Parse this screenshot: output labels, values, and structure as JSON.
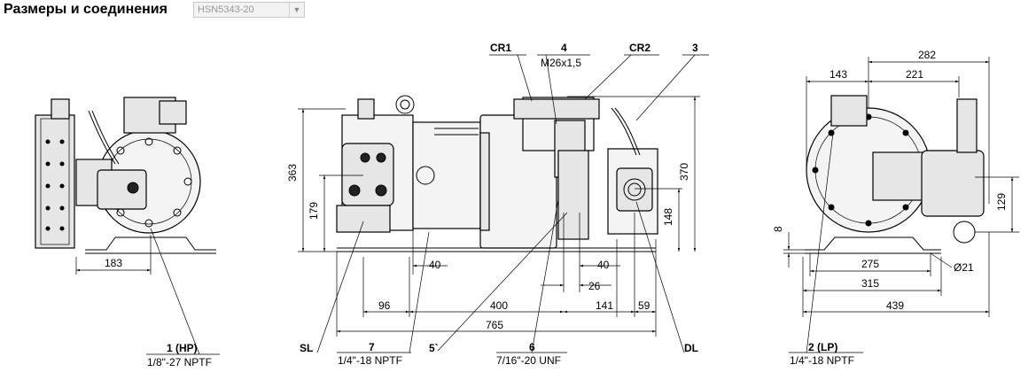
{
  "header": {
    "title": "Размеры и соединения",
    "model_select": {
      "value": "HSN5343-20"
    }
  },
  "dimensions": {
    "left_183": "183",
    "mid_363": "363",
    "mid_179": "179",
    "mid_40a": "40",
    "mid_96": "96",
    "mid_400": "400",
    "mid_40b": "40",
    "mid_26": "26",
    "mid_141": "141",
    "mid_59": "59",
    "mid_765": "765",
    "mid_370": "370",
    "mid_148": "148",
    "right_282": "282",
    "right_143": "143",
    "right_221": "221",
    "right_129": "129",
    "right_8": "8",
    "right_275": "275",
    "right_phi21": "Ø21",
    "right_315": "315",
    "right_439": "439"
  },
  "connections": {
    "c1": {
      "label": "1 (HP)",
      "spec": "1/8\"-27 NPTF"
    },
    "sl": {
      "label": "SL"
    },
    "c7": {
      "label": "7",
      "spec": "1/4\"-18 NPTF"
    },
    "c5": {
      "label": "5`"
    },
    "c6": {
      "label": "6",
      "spec": "7/16\"-20 UNF"
    },
    "dl": {
      "label": "DL"
    },
    "c2": {
      "label": "2 (LP)",
      "spec": "1/4\"-18 NPTF"
    },
    "cr1": {
      "label": "CR1"
    },
    "c4": {
      "label": "4",
      "spec": "M26x1,5"
    },
    "cr2": {
      "label": "CR2"
    },
    "c3": {
      "label": "3"
    }
  }
}
